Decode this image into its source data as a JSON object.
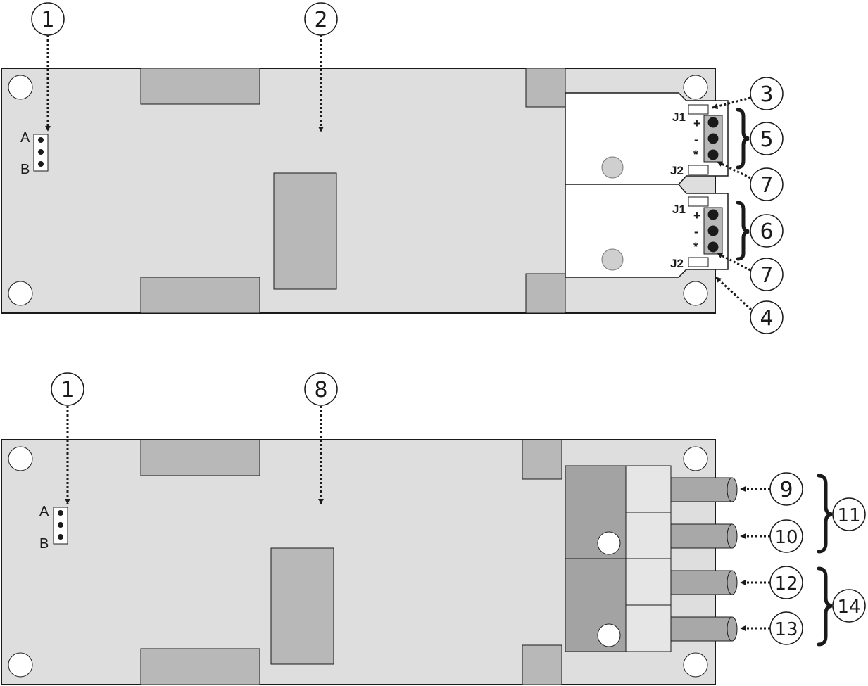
{
  "colors": {
    "board": "#dedede",
    "component": "#b8b8b8",
    "module_dark": "#a3a3a3",
    "module_light": "#e6e6e6",
    "cable": "#a8a8a8",
    "outline": "#1a1a1a"
  },
  "top_board": {
    "connector_labels": {
      "a": "A",
      "b": "B"
    },
    "module_upper": {
      "j1": "J1",
      "j2": "J2",
      "plus": "+",
      "minus": "-",
      "star": "*"
    },
    "module_lower": {
      "j1": "J1",
      "j2": "J2",
      "plus": "+",
      "minus": "-",
      "star": "*"
    }
  },
  "bottom_board": {
    "connector_labels": {
      "a": "A",
      "b": "B"
    }
  },
  "callouts": {
    "c1_top": "1",
    "c2": "2",
    "c3": "3",
    "c4": "4",
    "c5": "5",
    "c6": "6",
    "c7_upper": "7",
    "c7_lower": "7",
    "c1_bottom": "1",
    "c8": "8",
    "c9": "9",
    "c10": "10",
    "c11": "11",
    "c12": "12",
    "c13": "13",
    "c14": "14"
  }
}
